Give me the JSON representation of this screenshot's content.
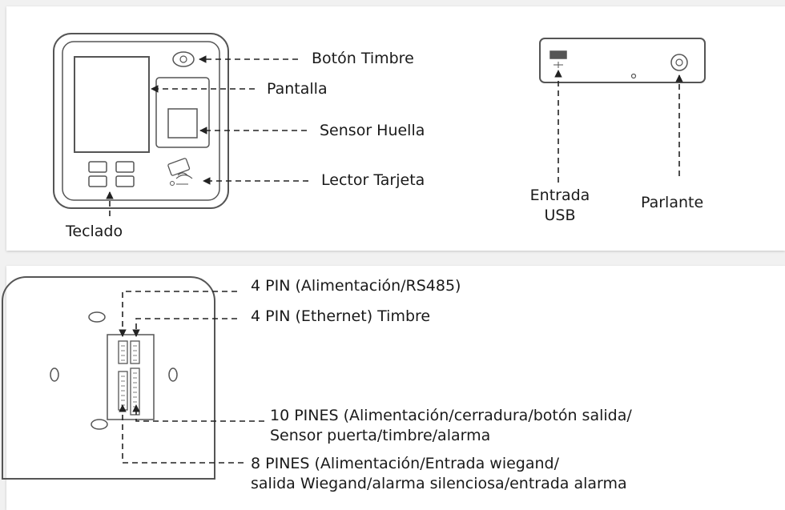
{
  "front_view": {
    "labels": {
      "doorbell_button": "Botón Timbre",
      "screen": "Pantalla",
      "fingerprint_sensor": "Sensor Huella",
      "card_reader": "Lector Tarjeta",
      "keypad": "Teclado"
    }
  },
  "side_view": {
    "labels": {
      "usb_line1": "Entrada",
      "usb_line2": "USB",
      "speaker": "Parlante"
    }
  },
  "back_view": {
    "labels": {
      "pin_power_rs485": "4 PIN (Alimentación/RS485)",
      "pin_ethernet": "4 PIN (Ethernet) Timbre",
      "pins10_line1": "10 PINES (Alimentación/cerradura/botón salida/",
      "pins10_line2": "Sensor puerta/timbre/alarma",
      "pins8_line1": "8 PINES (Alimentación/Entrada wiegand/",
      "pins8_line2": "salida Wiegand/alarma silenciosa/entrada alarma"
    }
  }
}
